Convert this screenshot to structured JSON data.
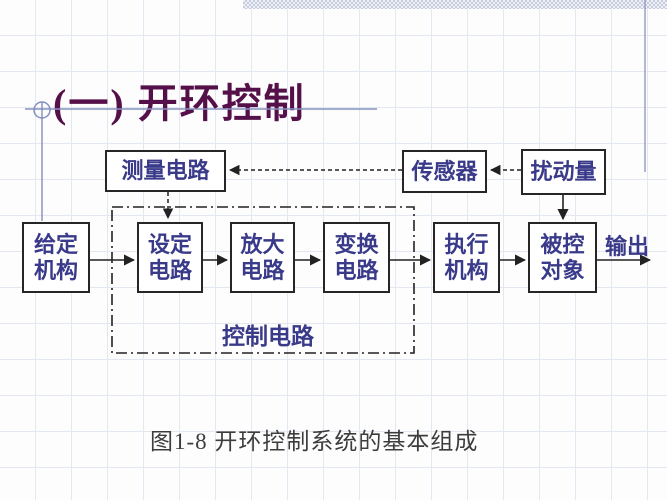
{
  "slide": {
    "title": "(一) 开环控制",
    "caption": "图1-8  开环控制系统的基本组成"
  },
  "diagram": {
    "type": "block-diagram",
    "control_box_label": "控制电路",
    "output_label": "输出",
    "nodes": {
      "measure": {
        "label": "测量电路"
      },
      "sensor": {
        "label": "传感器"
      },
      "disturbance": {
        "label": "扰动量"
      },
      "given": {
        "label": "给定\n机构"
      },
      "setting": {
        "label": "设定\n电路"
      },
      "amplify": {
        "label": "放大\n电路"
      },
      "transform": {
        "label": "变换\n电路"
      },
      "actuator": {
        "label": "执行\n机构"
      },
      "controlled": {
        "label": "被控\n对象"
      }
    },
    "edges": [
      {
        "from": "given",
        "to": "setting",
        "style": "solid"
      },
      {
        "from": "setting",
        "to": "amplify",
        "style": "solid"
      },
      {
        "from": "amplify",
        "to": "transform",
        "style": "solid"
      },
      {
        "from": "transform",
        "to": "actuator",
        "style": "solid"
      },
      {
        "from": "actuator",
        "to": "controlled",
        "style": "solid"
      },
      {
        "from": "controlled",
        "to": "output",
        "style": "solid"
      },
      {
        "from": "disturbance",
        "to": "controlled",
        "style": "solid"
      },
      {
        "from": "disturbance",
        "to": "sensor",
        "style": "dashed"
      },
      {
        "from": "sensor",
        "to": "measure",
        "style": "dashed"
      },
      {
        "from": "measure",
        "to": "setting",
        "style": "dashed"
      }
    ]
  },
  "colors": {
    "title": "#561049",
    "node_text": "#3a3a8a",
    "node_border": "#262626",
    "arrow": "#222222",
    "decoration_line": "#8590bd",
    "grid_line": "#e3e7ef"
  }
}
